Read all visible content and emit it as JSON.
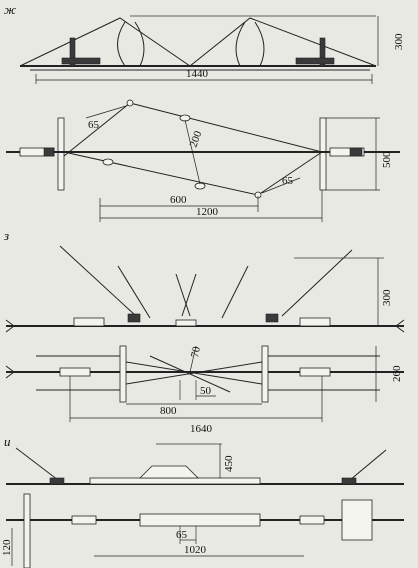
{
  "panels": [
    {
      "mark": "ж",
      "dims": [
        "300",
        "1440",
        "65",
        "200",
        "500",
        "65",
        "600",
        "1200"
      ]
    },
    {
      "mark": "з",
      "dims": [
        "300",
        "70",
        "260",
        "50",
        "800",
        "1640"
      ]
    },
    {
      "mark": "и",
      "dims": [
        "450",
        "120",
        "65",
        "1020"
      ]
    }
  ]
}
